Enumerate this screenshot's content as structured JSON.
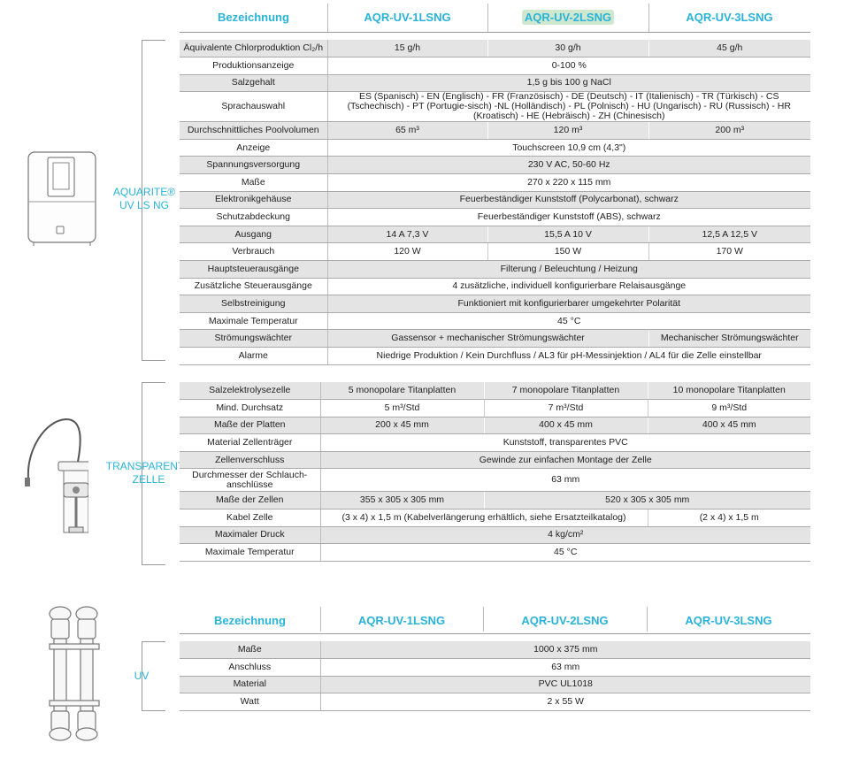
{
  "header": {
    "designation": "Bezeichnung",
    "models": [
      "AQR-UV-1LSNG",
      "AQR-UV-2LSNG",
      "AQR-UV-3LSNG"
    ]
  },
  "sections": {
    "aquarite": "AQUARITE® UV LS NG",
    "cell": "TRANSPARENTE ZELLE",
    "uv": "UV"
  },
  "colors": {
    "accent": "#29b3d8",
    "row_shade": "#e4e4e4",
    "highlight": "#cfe7cf"
  },
  "table1": [
    {
      "label": "Äquivalente Chlorproduktion Cl₂/h",
      "cells": [
        "15 g/h",
        "30 g/h",
        "45 g/h"
      ]
    },
    {
      "label": "Produktionsanzeige",
      "cells": [
        "0-100 %"
      ]
    },
    {
      "label": "Salzgehalt",
      "cells": [
        "1,5 g bis 100 g NaCl"
      ]
    },
    {
      "label": "Sprachauswahl",
      "cells": [
        "ES (Spanisch) - EN (Englisch) - FR (Französisch) - DE (Deutsch) - IT (Italienisch) - TR (Türkisch) - CS (Tschechisch) - PT (Portugie-sisch) -NL (Holländisch) - PL (Polnisch) - HU (Ungarisch) - RU (Russisch) - HR (Kroatisch) - HE (Hebräisch) - ZH (Chinesisch)"
      ]
    },
    {
      "label": "Durchschnittliches Poolvolumen",
      "cells": [
        "65 m³",
        "120 m³",
        "200 m³"
      ]
    },
    {
      "label": "Anzeige",
      "cells": [
        "Touchscreen 10,9 cm (4,3\")"
      ]
    },
    {
      "label": "Spannungsversorgung",
      "cells": [
        "230 V AC, 50-60 Hz"
      ]
    },
    {
      "label": "Maße",
      "cells": [
        "270 x 220 x 115 mm"
      ]
    },
    {
      "label": "Elektronikgehäuse",
      "cells": [
        "Feuerbeständiger Kunststoff (Polycarbonat), schwarz"
      ]
    },
    {
      "label": "Schutzabdeckung",
      "cells": [
        "Feuerbeständiger Kunststoff (ABS), schwarz"
      ]
    },
    {
      "label": "Ausgang",
      "cells": [
        "14 A 7,3 V",
        "15,5 A 10 V",
        "12,5 A 12,5 V"
      ]
    },
    {
      "label": "Verbrauch",
      "cells": [
        "120 W",
        "150 W",
        "170 W"
      ]
    },
    {
      "label": "Hauptsteuerausgänge",
      "cells": [
        "Filterung / Beleuchtung / Heizung"
      ]
    },
    {
      "label": "Zusätzliche Steuerausgänge",
      "cells": [
        "4 zusätzliche, individuell konfigurierbare Relaisausgänge"
      ]
    },
    {
      "label": "Selbstreinigung",
      "cells": [
        "Funktioniert mit konfigurierbarer umgekehrter Polarität"
      ]
    },
    {
      "label": "Maximale Temperatur",
      "cells": [
        "45 °C"
      ]
    },
    {
      "label": "Strömungswächter",
      "cells": [
        "Gassensor + mechanischer Strömungswächter",
        "Mechanischer Strömungswächter"
      ]
    },
    {
      "label": "Alarme",
      "cells": [
        "Niedrige Produktion / Kein Durchfluss / AL3 für pH-Messinjektion / AL4 für die Zelle einstellbar"
      ]
    }
  ],
  "table2": [
    {
      "label": "Salzelektrolysezelle",
      "cells": [
        "5 monopolare Titanplatten",
        "7 monopolare Titanplatten",
        "10 monopolare Titanplatten"
      ]
    },
    {
      "label": "Mind. Durchsatz",
      "cells": [
        "5 m³/Std",
        "7 m³/Std",
        "9 m³/Std"
      ]
    },
    {
      "label": "Maße der Platten",
      "cells": [
        "200 x 45 mm",
        "400 x 45 mm",
        "400 x 45 mm"
      ]
    },
    {
      "label": "Material Zellenträger",
      "cells": [
        "Kunststoff, transparentes PVC"
      ]
    },
    {
      "label": "Zellenverschluss",
      "cells": [
        "Gewinde zur einfachen Montage der Zelle"
      ]
    },
    {
      "label": "Durchmesser der Schlauch-anschlüsse",
      "cells": [
        "63 mm"
      ]
    },
    {
      "label": "Maße der Zellen",
      "cells": [
        "355 x 305 x 305 mm",
        "520 x 305 x 305 mm"
      ]
    },
    {
      "label": "Kabel Zelle",
      "cells": [
        "(3 x 4) x 1,5 m (Kabelverlängerung erhältlich, siehe Ersatzteilkatalog)",
        "(2 x 4) x 1,5 m"
      ]
    },
    {
      "label": "Maximaler Druck",
      "cells": [
        "4 kg/cm²"
      ]
    },
    {
      "label": "Maximale Temperatur",
      "cells": [
        "45 °C"
      ]
    }
  ],
  "table3": [
    {
      "label": "Maße",
      "cells": [
        "1000 x 375 mm"
      ]
    },
    {
      "label": "Anschluss",
      "cells": [
        "63 mm"
      ]
    },
    {
      "label": "Material",
      "cells": [
        "PVC UL1018"
      ]
    },
    {
      "label": "Watt",
      "cells": [
        "2 x 55 W"
      ]
    }
  ]
}
